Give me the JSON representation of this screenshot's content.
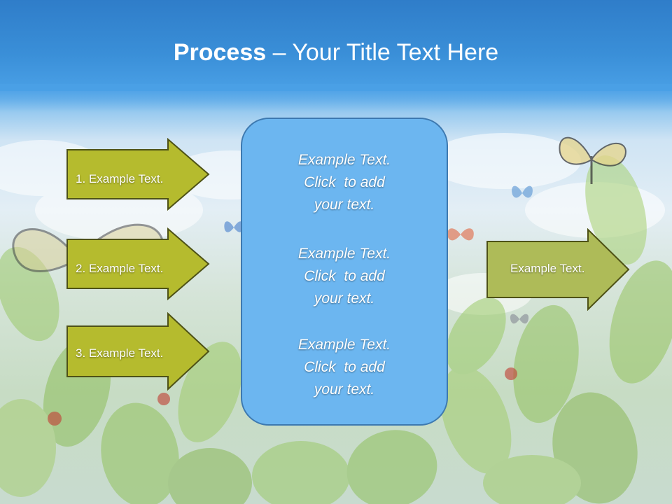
{
  "slide": {
    "title_bold": "Process",
    "title_rest": " – Your Title Text Here",
    "left_steps": [
      "1. Example Text.",
      "2. Example Text.",
      "3. Example Text."
    ],
    "center_blocks": [
      {
        "lines": [
          "Example Text.",
          "Click  to add",
          "your text."
        ]
      },
      {
        "lines": [
          "Example Text.",
          "Click  to add",
          "your text."
        ]
      },
      {
        "lines": [
          "Example Text.",
          "Click  to add",
          "your text."
        ]
      }
    ],
    "output": "Example Text."
  },
  "colors": {
    "arrow_fill": "#b5bb2e",
    "arrow_border": "#4e5216",
    "output_arrow_fill": "#aebb58",
    "center_fill": "#6cb6f0",
    "center_border": "#3d79b0",
    "title_bar": "#3a8fd8"
  },
  "icons": [
    "butterfly-icon",
    "ladybug-icon"
  ]
}
